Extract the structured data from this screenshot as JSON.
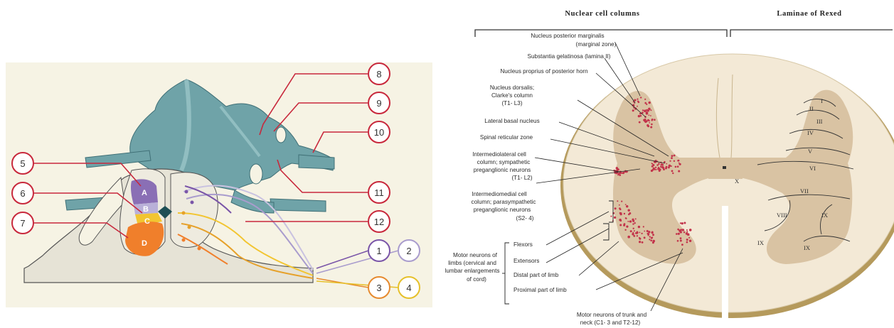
{
  "left_diagram": {
    "callouts": [
      {
        "id": "1",
        "text": "1"
      },
      {
        "id": "2",
        "text": "2"
      },
      {
        "id": "3",
        "text": "3"
      },
      {
        "id": "4",
        "text": "4"
      },
      {
        "id": "5",
        "text": "5"
      },
      {
        "id": "6",
        "text": "6"
      },
      {
        "id": "7",
        "text": "7"
      },
      {
        "id": "8",
        "text": "8"
      },
      {
        "id": "9",
        "text": "9"
      },
      {
        "id": "10",
        "text": "10"
      },
      {
        "id": "11",
        "text": "11"
      },
      {
        "id": "12",
        "text": "12"
      }
    ],
    "zones": [
      "A",
      "B",
      "C",
      "D"
    ],
    "colors": {
      "panel_bg": "#f6f3e4",
      "outline_red": "#c8283c",
      "nerve_teal": "#6fa3a8",
      "zone_a": "#8a6fb5",
      "zone_b": "#b9b0d8",
      "zone_c": "#f2c531",
      "zone_d": "#f07f2b",
      "circle_purple": "#7a55a8",
      "circle_lilac": "#a99ccd",
      "circle_orange": "#e68a2e",
      "circle_yellow": "#e6c02a"
    }
  },
  "right_diagram": {
    "headers": {
      "nuclear": "Nuclear cell columns",
      "rexed": "Laminae of Rexed"
    },
    "labels": {
      "marginalis_1": "Nucleus posterior marginalis",
      "marginalis_2": "(marginal zone)",
      "gelatinosa": "Substantia gelatinosa (lamina II)",
      "proprius": "Nucleus proprius of posterior horn",
      "dorsalis_1": "Nucleus dorsalis;",
      "dorsalis_2": "Clarke's column",
      "dorsalis_3": "(T1- L3)",
      "lateral_basal": "Lateral basal nucleus",
      "reticular": "Spinal reticular zone",
      "iml_1": "Intermediolateral cell",
      "iml_2": "column; sympathetic",
      "iml_3": "preganglionic neurons",
      "iml_4": "(T1- L2)",
      "imm_1": "Intermediomedial cell",
      "imm_2": "column; parasympathetic",
      "imm_3": "preganglionic neurons",
      "imm_4": "(S2- 4)",
      "flexors": "Flexors",
      "extensors": "Extensors",
      "distal": "Distal part of limb",
      "proximal": "Proximal part of limb",
      "motor_limbs_1": "Motor neurons of",
      "motor_limbs_2": "limbs (cervical and",
      "motor_limbs_3": "lumbar enlargements",
      "motor_limbs_4": "of cord)",
      "trunk_1": "Motor neurons of trunk and",
      "trunk_2": "neck (C1- 3 and T2-12)"
    },
    "laminae": [
      "I",
      "II",
      "III",
      "IV",
      "V",
      "VI",
      "VII",
      "VIII",
      "IX",
      "IX",
      "IX",
      "X"
    ],
    "colors": {
      "white_matter": "#f3e9d6",
      "gray_matter": "#d9c3a3",
      "rim": "#b59a5c",
      "neuron_red": "#c2334a"
    }
  }
}
